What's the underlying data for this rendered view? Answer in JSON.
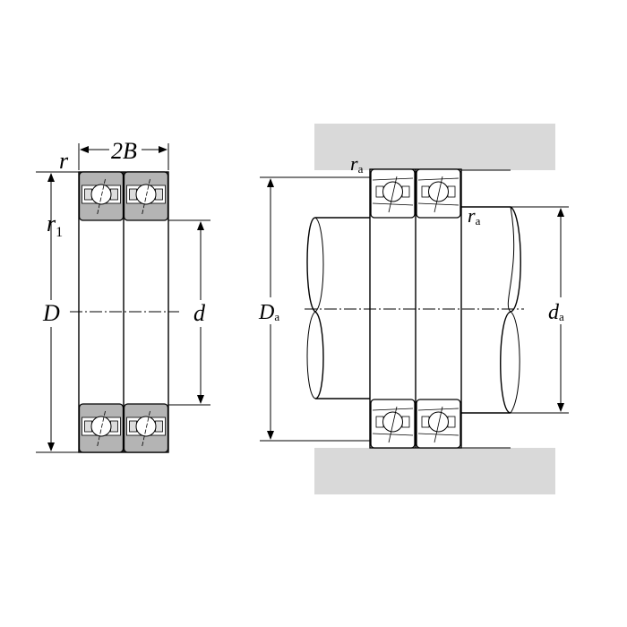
{
  "left_view": {
    "chamfer_outer": "r",
    "width_label": "2B",
    "chamfer_inner": {
      "base": "r",
      "sub": "1"
    },
    "outer_diameter": "D",
    "bore_diameter": "d"
  },
  "right_view": {
    "housing_fillet": {
      "base": "r",
      "sub": "a"
    },
    "shaft_fillet": {
      "base": "r",
      "sub": "a"
    },
    "housing_shoulder_diameter": {
      "base": "D",
      "sub": "a"
    },
    "shaft_shoulder_diameter": {
      "base": "d",
      "sub": "a"
    }
  },
  "colors": {
    "ring_fill": "#b4b4b4",
    "housing_fill": "#d9d9d9"
  }
}
